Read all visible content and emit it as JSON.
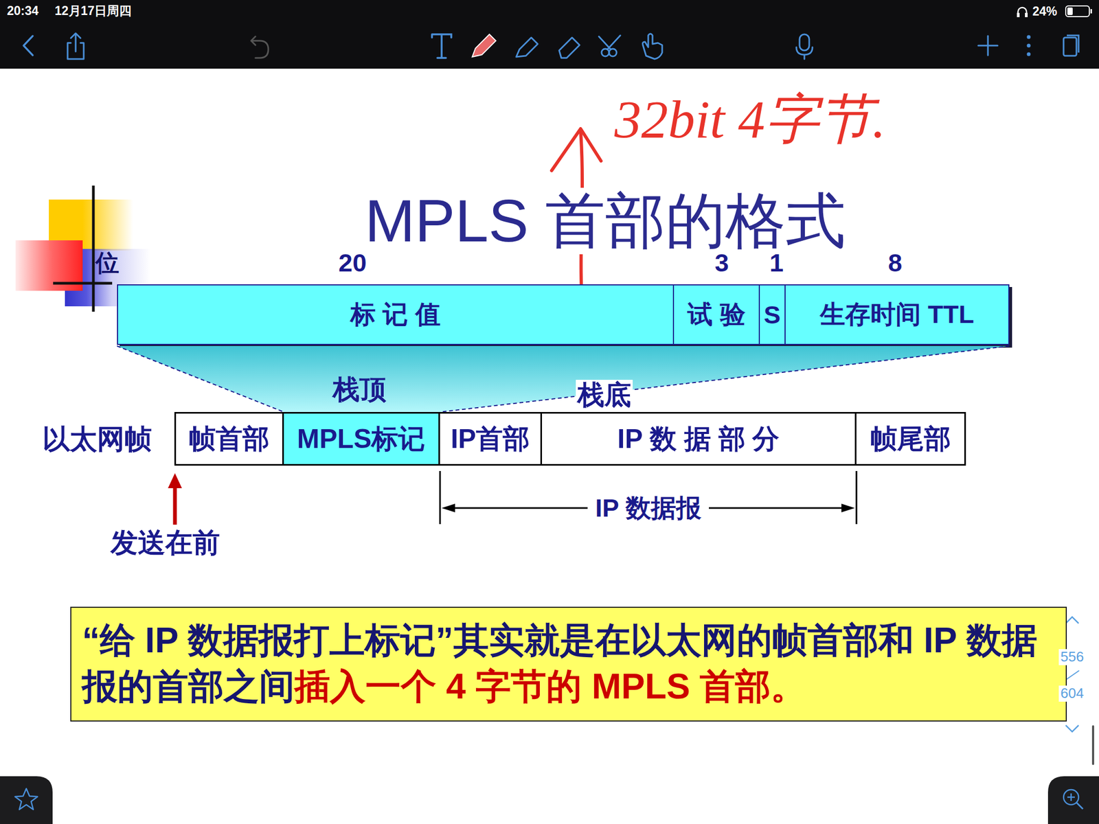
{
  "diagram": {
    "title": "MPLS 首部的格式",
    "nodes": [
      {
        "text": [
          "标 记 值"
        ]
      },
      {
        "text": [
          "试 验"
        ]
      },
      {
        "text": [
          "S"
        ]
      },
      {
        "text": [
          "生存时间 TTL"
        ]
      },
      {
        "text": [
          "帧首部"
        ]
      },
      {
        "text": [
          "MPLS标记"
        ]
      },
      {
        "text": [
          "IP首部"
        ]
      },
      {
        "text": [
          "IP 数 据 部 分"
        ]
      },
      {
        "text": [
          "帧尾部"
        ]
      },
      {
        "text": [
          "“给 IP 数据报打上标记”其实就是在以太网的帧首部和 IP 数据报的首部之间",
          "插入一个 4 字节的 MPLS 首部。"
        ]
      }
    ],
    "labels": [
      "20",
      "3",
      "1",
      "8",
      "位",
      "栈顶",
      "栈底",
      "以太网帧",
      "IP 数据报",
      "发送在前",
      "32bit 4字节.",
      "20:34",
      "12月17日周四",
      "24%",
      "556",
      "604"
    ]
  }
}
